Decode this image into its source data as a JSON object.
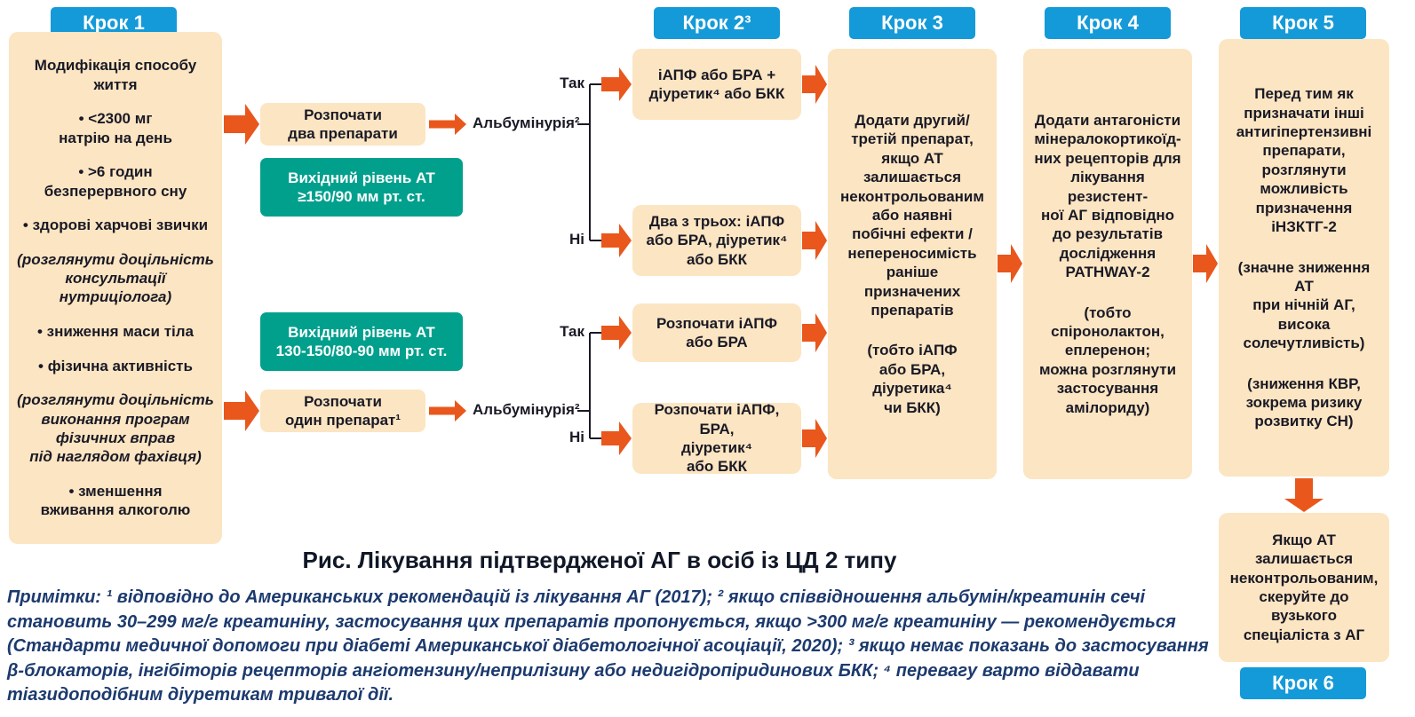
{
  "colors": {
    "step_badge_blue": "#149AD8",
    "box_cream": "#FCE5C2",
    "box_teal": "#01A08D",
    "arrow_orange": "#E9571C",
    "text_dark": "#1a1a26",
    "footnote_blue": "#1c3a6e"
  },
  "badges": [
    "Крок 1",
    "Крок 2³",
    "Крок 3",
    "Крок 4",
    "Крок 5",
    "Крок 6"
  ],
  "step1": {
    "title": "Модифікація способу\nжиття",
    "items": [
      {
        "text": "• <2300 мг\nнатрію на день"
      },
      {
        "text": "• >6 годин\nбезперервного сну"
      },
      {
        "text": "• здорові харчові звички"
      },
      {
        "text": "(розглянути доцільність\nконсультації\nнутриціолога)"
      },
      {
        "text": "• зниження маси тіла"
      },
      {
        "text": "• фізична активність"
      },
      {
        "text": "(розглянути доцільність\nвиконання програм\nфізичних вправ\nпід наглядом фахівця)"
      },
      {
        "text": "• зменшення\nвживання алкоголю"
      }
    ]
  },
  "branching": {
    "start_two": "Розпочати\nдва препарати",
    "bp_high": "Вихідний рівень АТ\n≥150/90 мм рт. ст.",
    "bp_mid": "Вихідний рівень АТ\n130-150/80-90 мм рт. ст.",
    "start_one": "Розпочати\nодин препарат¹",
    "albuminuria_top": "Альбумінурія²",
    "albuminuria_bottom": "Альбумінурія²",
    "yes_top": "Так",
    "no_top": "Ні",
    "yes_bottom": "Так",
    "no_bottom": "Ні"
  },
  "step2": {
    "boxes": [
      "іАПФ або БРА +\nдіуретик⁴ або БКК",
      "Два з трьох: іАПФ\nабо БРА, діуретик⁴\nабо БКК",
      "Розпочати іАПФ\nабо БРА",
      "Розпочати іАПФ, БРА,\nдіуретик⁴\nабо БКК"
    ]
  },
  "step3": {
    "paragraphs": [
      "Додати другий/\nтретій препарат,\nякщо АТ залишається\nнеконтрольованим\nабо наявні\nпобічні ефекти /\nнепереносимість\nраніше призначених\nпрепаратів",
      "(тобто іАПФ\nабо БРА, діуретика⁴\nчи БКК)"
    ]
  },
  "step4": {
    "paragraphs": [
      "Додати антагоністи\nмінералокортикоїд-\nних рецепторів для\nлікування резистент-\nної АГ відповідно\nдо результатів\nдослідження\nPATHWAY-2",
      "(тобто\nспіронолактон,\nеплеренон;\nможна розглянути\nзастосування\nамілориду)"
    ]
  },
  "step5": {
    "paragraphs": [
      "Перед тим як\nпризначати інші\nантигіпертензивні\nпрепарати,\nрозглянути\nможливість\nпризначення іНЗКТГ-2",
      "(значне зниження АТ\nпри нічній АГ, висока\nсолечутливість)",
      "(зниження КВР,\nзокрема ризику\nрозвитку СН)"
    ]
  },
  "step6": {
    "referral": "Якщо АТ залишається\nнеконтрольованим,\nскеруйте до вузького\nспеціаліста з АГ"
  },
  "caption": "Рис. Лікування підтвердженої АГ в осіб із ЦД 2 типу",
  "footnote": "Примітки: ¹ відповідно до Американських рекомендацій із лікування АГ (2017); ² якщо співвідношення альбумін/креатинін сечі становить 30–299 мг/г креатиніну, застосування цих препаратів пропонується, якщо >300 мг/г креатиніну — рекомендується (Стандарти медичної допомоги при діабеті Американської діабетологічної асоціації, 2020); ³ якщо немає показань до застосування β-блокаторів, інгібіторів рецепторів ангіотензину/неприлізину або недигідропіридинових БКК; ⁴ перевагу варто віддавати тіазидоподібним діуретикам тривалої дії."
}
